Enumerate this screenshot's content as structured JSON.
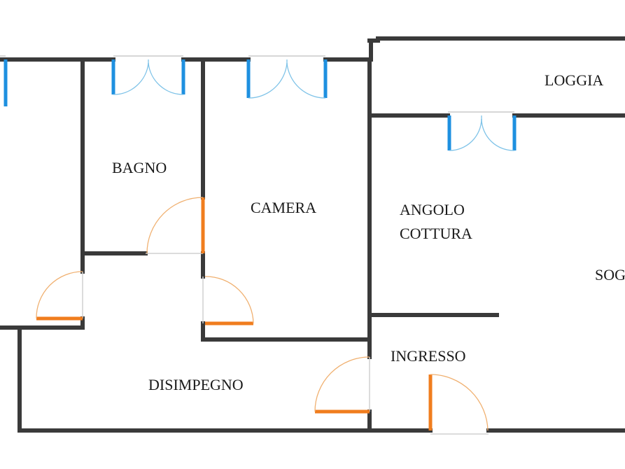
{
  "rooms": {
    "loggia": "LOGGIA",
    "bagno": "BAGNO",
    "camera": "CAMERA",
    "angolo_cottura_line1": "ANGOLO",
    "angolo_cottura_line2": "COTTURA",
    "soggiorno_partial": "SOG",
    "ingresso": "INGRESSO",
    "disimpegno": "DISIMPEGNO"
  },
  "colors": {
    "wall": "#3a3a3a",
    "window": "#1e90e0",
    "door": "#f07d1e"
  }
}
